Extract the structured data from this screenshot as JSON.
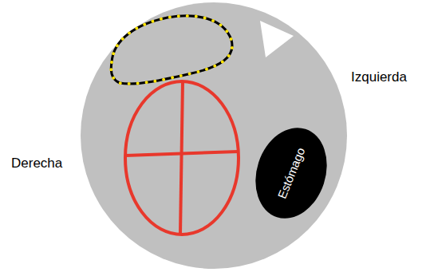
{
  "diagram": {
    "nodes": [
      {
        "text": [
          "Estómago"
        ]
      }
    ],
    "labels": [
      "Derecha",
      "Izquierda"
    ]
  }
}
